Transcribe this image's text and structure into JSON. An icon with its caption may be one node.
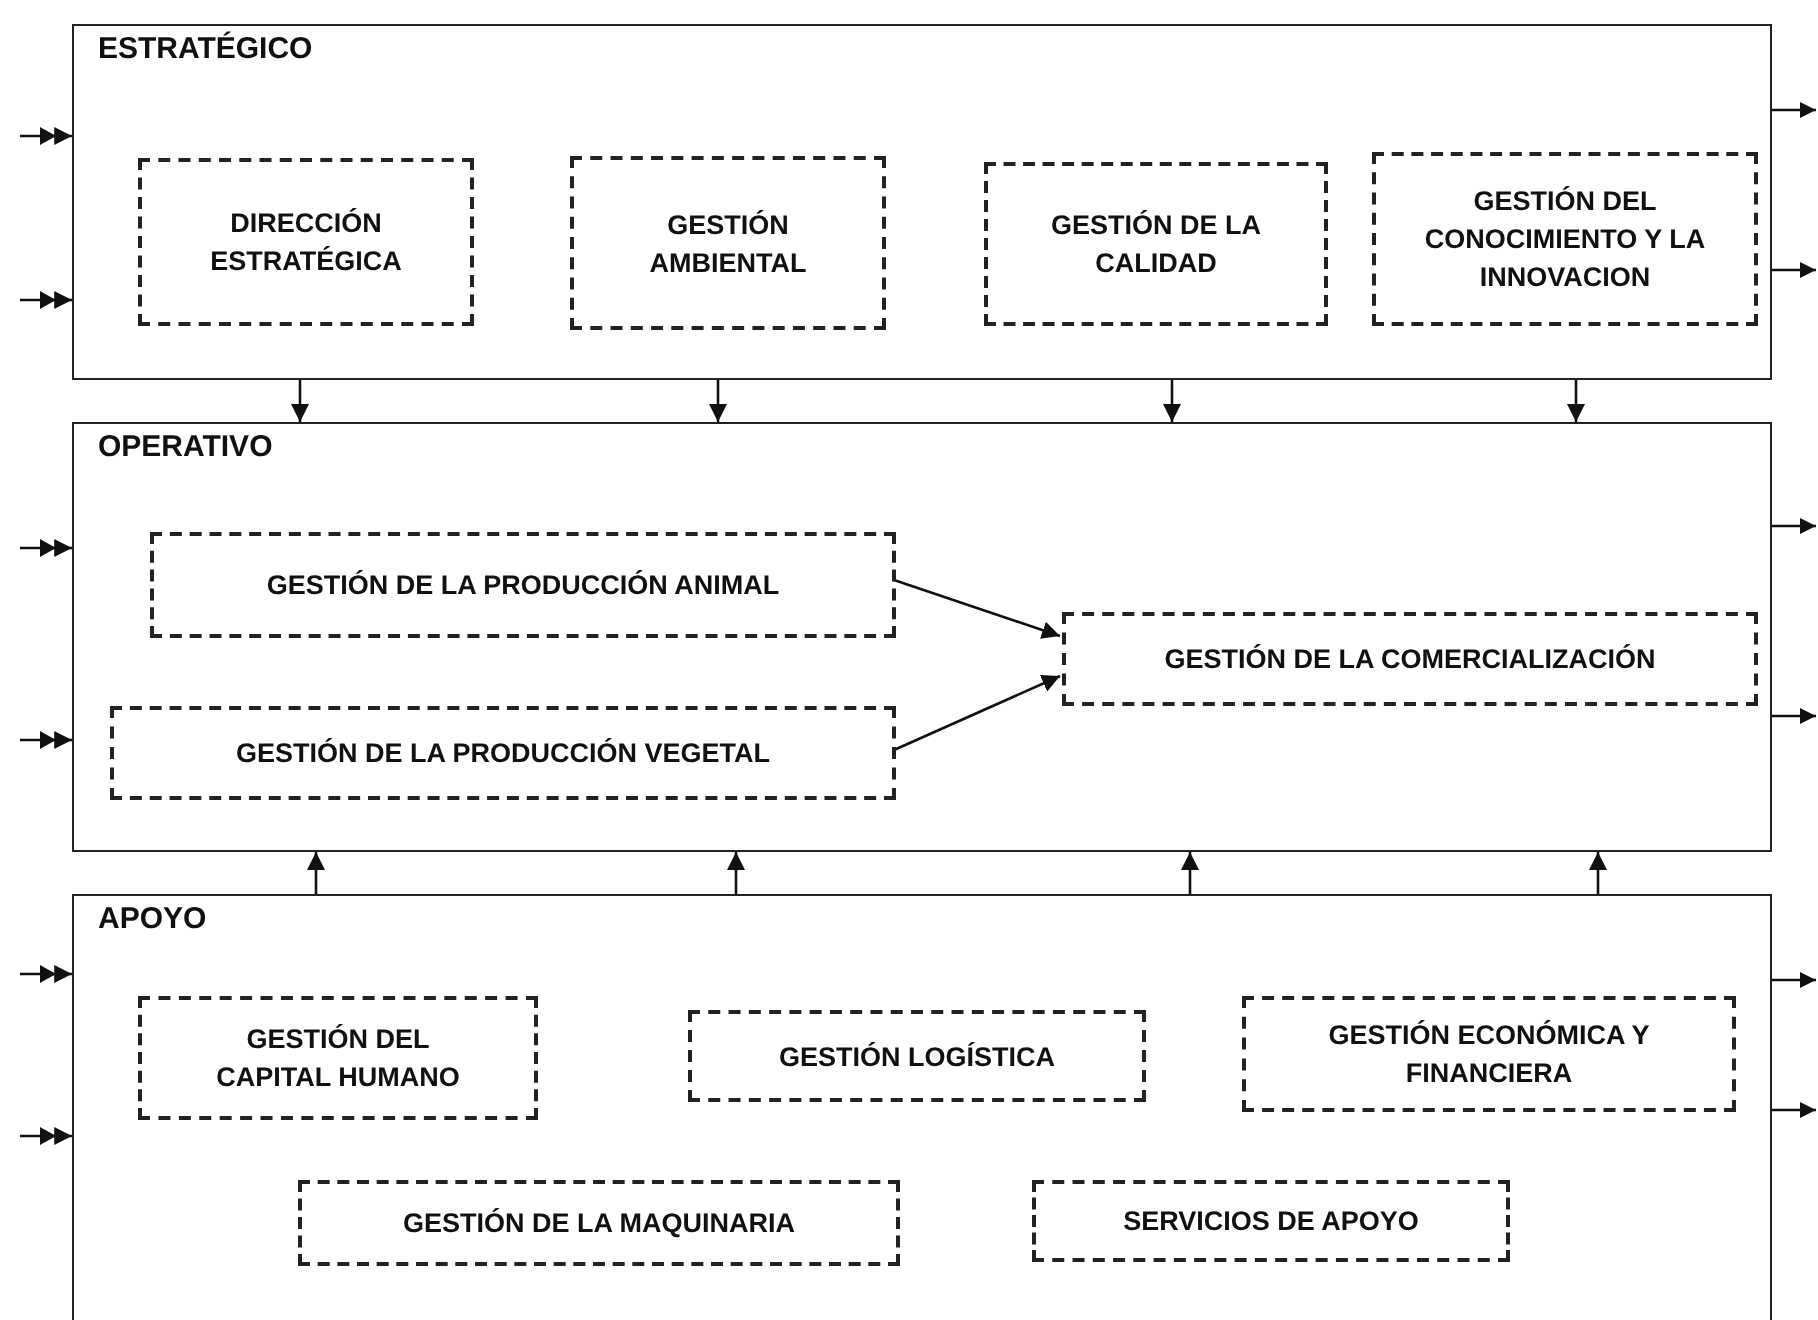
{
  "diagram": {
    "nodes": [
      {
        "text": [
          "ESTRATÉGICO"
        ]
      },
      {
        "text": [
          "DIRECCIÓN ESTRATÉGICA"
        ],
        "in": 0
      },
      {
        "text": [
          "GESTIÓN AMBIENTAL"
        ],
        "in": 0
      },
      {
        "text": [
          "GESTIÓN DE LA CALIDAD"
        ],
        "in": 0
      },
      {
        "text": [
          "GESTIÓN DEL CONOCIMIENTO Y LA INNOVACION"
        ],
        "in": 0
      },
      {
        "text": [
          "OPERATIVO"
        ]
      },
      {
        "text": [
          "GESTIÓN DE LA PRODUCCIÓN ANIMAL"
        ],
        "in": 5
      },
      {
        "text": [
          "GESTIÓN DE LA PRODUCCIÓN VEGETAL"
        ],
        "in": 5
      },
      {
        "text": [
          "GESTIÓN DE LA COMERCIALIZACIÓN"
        ],
        "in": 5
      },
      {
        "text": [
          "APOYO"
        ]
      },
      {
        "text": [
          "GESTIÓN DEL CAPITAL HUMANO"
        ],
        "in": 9
      },
      {
        "text": [
          "GESTIÓN LOGÍSTICA"
        ],
        "in": 9
      },
      {
        "text": [
          "GESTIÓN ECONÓMICA Y FINANCIERA"
        ],
        "in": 9
      },
      {
        "text": [
          "GESTIÓN DE LA MAQUINARIA"
        ],
        "in": 9
      },
      {
        "text": [
          "SERVICIOS DE APOYO"
        ],
        "in": 9
      }
    ],
    "edges": [
      {
        "from": 0,
        "to": 5,
        "arrow": "to"
      },
      {
        "from": 0,
        "to": 5,
        "arrow": "to"
      },
      {
        "from": 0,
        "to": 5,
        "arrow": "to"
      },
      {
        "from": 0,
        "to": 5,
        "arrow": "to"
      },
      {
        "from": 9,
        "to": 5,
        "arrow": "to"
      },
      {
        "from": 9,
        "to": 5,
        "arrow": "to"
      },
      {
        "from": 9,
        "to": 5,
        "arrow": "to"
      },
      {
        "from": 9,
        "to": 5,
        "arrow": "to"
      },
      {
        "from": 6,
        "to": 8,
        "arrow": "to"
      },
      {
        "from": 7,
        "to": 8,
        "arrow": "to"
      },
      {
        "from": null,
        "to": 0,
        "arrow": "to"
      },
      {
        "from": null,
        "to": 0,
        "arrow": "to"
      },
      {
        "from": null,
        "to": 5,
        "arrow": "to"
      },
      {
        "from": null,
        "to": 5,
        "arrow": "to"
      },
      {
        "from": null,
        "to": 9,
        "arrow": "to"
      },
      {
        "from": null,
        "to": 9,
        "arrow": "to"
      },
      {
        "from": 0,
        "to": null,
        "arrow": "to"
      },
      {
        "from": 0,
        "to": null,
        "arrow": "to"
      },
      {
        "from": 5,
        "to": null,
        "arrow": "to"
      },
      {
        "from": 5,
        "to": null,
        "arrow": "to"
      },
      {
        "from": 9,
        "to": null,
        "arrow": "to"
      },
      {
        "from": 9,
        "to": null,
        "arrow": "to"
      }
    ]
  }
}
